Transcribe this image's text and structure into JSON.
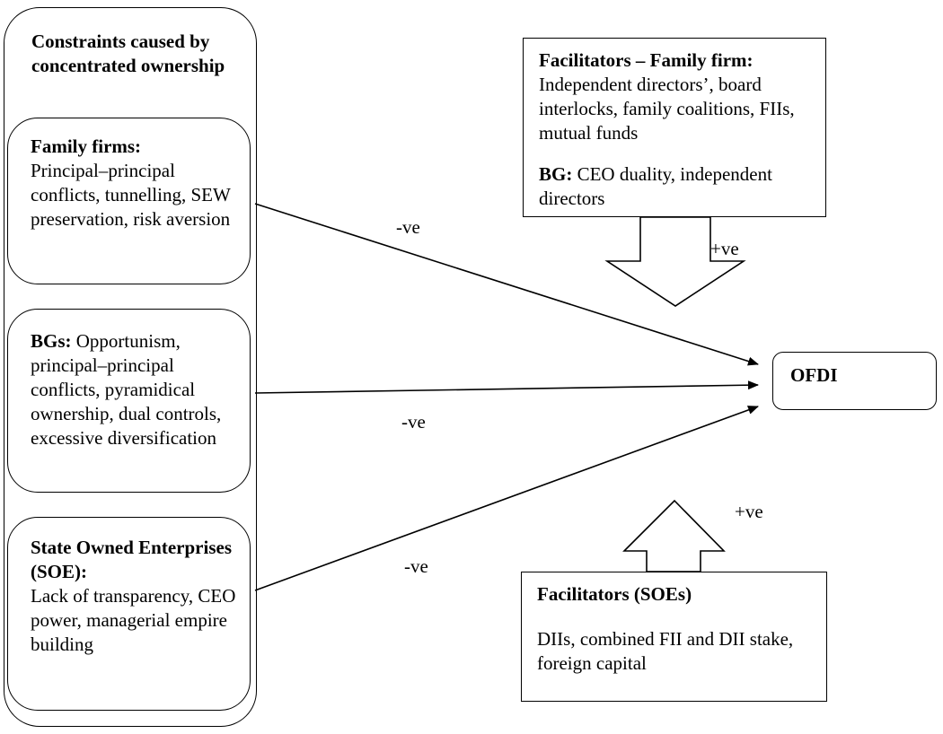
{
  "constraints": {
    "title": "Constraints caused by concentrated ownership",
    "family": {
      "heading": "Family firms:",
      "text": "Principal–principal conflicts, tunnelling, SEW preservation, risk aversion"
    },
    "bgs": {
      "heading": "BGs:",
      "text": " Opportunism, principal–principal conflicts, pyramidical ownership, dual controls, excessive diversification"
    },
    "soe": {
      "heading": "State Owned Enterprises (SOE):",
      "text": "Lack of transparency, CEO power, managerial empire building"
    }
  },
  "facilitators_family": {
    "heading": "Facilitators – Family firm:",
    "text": "Independent directors’, board interlocks, family coalitions, FIIs, mutual funds",
    "bg_heading": "BG:",
    "bg_text": " CEO duality, independent directors"
  },
  "facilitators_soe": {
    "heading": "Facilitators (SOEs)",
    "text": "DIIs, combined FII and DII stake, foreign capital"
  },
  "outcome": {
    "label": "OFDI"
  },
  "edges": {
    "family_to_ofdi": "-ve",
    "bgs_to_ofdi": "-ve",
    "soe_to_ofdi": "-ve",
    "fac_family_effect": "+ve",
    "fac_soe_effect": "+ve"
  }
}
